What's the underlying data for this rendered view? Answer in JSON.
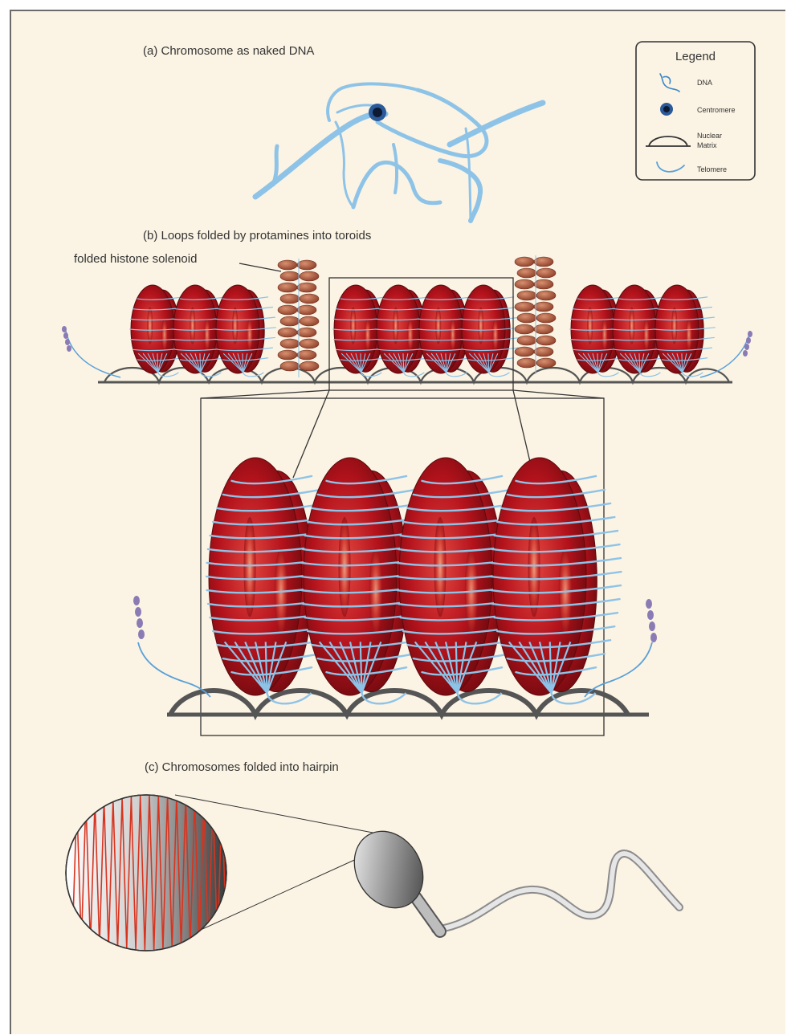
{
  "panels": {
    "a_title": "(a) Chromosome as naked DNA",
    "b_title": "(b) Loops folded by protamines into toroids",
    "b_callout": "folded histone solenoid",
    "c_title": "(c) Chromosomes folded into hairpin"
  },
  "legend": {
    "title": "Legend",
    "items": [
      {
        "label": "DNA",
        "icon": "dna-strand-icon"
      },
      {
        "label": "Centromere",
        "icon": "centromere-icon"
      },
      {
        "label_line1": "Nuclear",
        "label_line2": "Matrix",
        "icon": "nuclear-matrix-icon"
      },
      {
        "label": "Telomere",
        "icon": "telomere-icon"
      }
    ]
  },
  "colors": {
    "background": "#fbf4e4",
    "dna": "#8ec3e8",
    "toroid": "#b3121b",
    "protamine": "#a4533a",
    "matrix": "#555555",
    "telomere": "#8a7bb5",
    "chromosome_hairpin": "#d7341f"
  }
}
